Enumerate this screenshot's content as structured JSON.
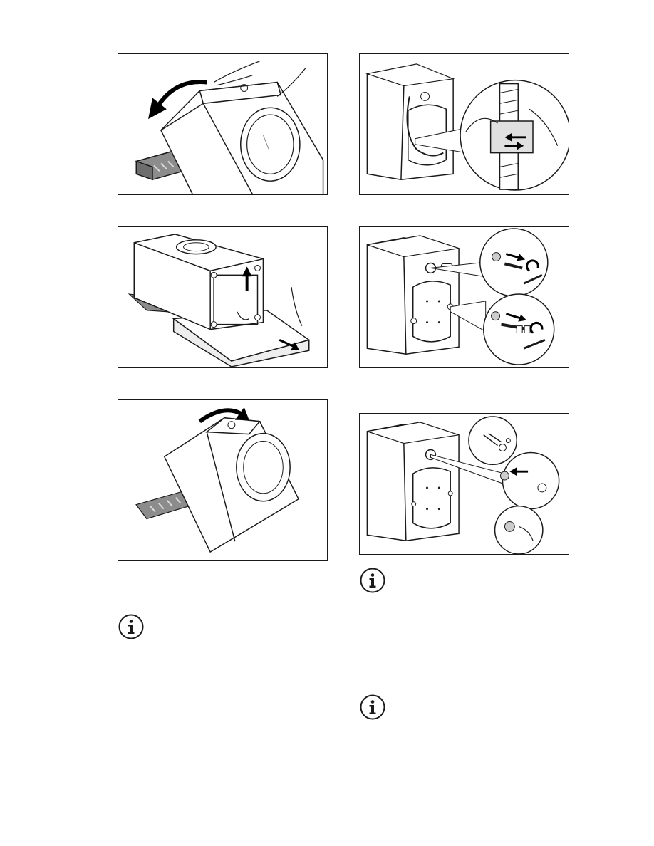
{
  "page": {
    "figures": [
      {
        "id": "fig-tilt-back",
        "icon": "machine-tilt-back-illustration"
      },
      {
        "id": "fig-remove-base",
        "icon": "remove-polystyrene-base-illustration"
      },
      {
        "id": "fig-tilt-upright",
        "icon": "machine-return-upright-illustration"
      },
      {
        "id": "fig-remove-hose",
        "icon": "release-power-cable-hose-illustration"
      },
      {
        "id": "fig-remove-bolts",
        "icon": "remove-transit-bolts-illustration"
      },
      {
        "id": "fig-insert-caps",
        "icon": "insert-plastic-caps-illustration"
      }
    ],
    "info_icons": [
      "info-icon",
      "info-icon",
      "info-icon"
    ]
  },
  "colors": {
    "line": "#1a1a1a",
    "shade": "#8c8c8c",
    "light": "#d9d9d9"
  }
}
